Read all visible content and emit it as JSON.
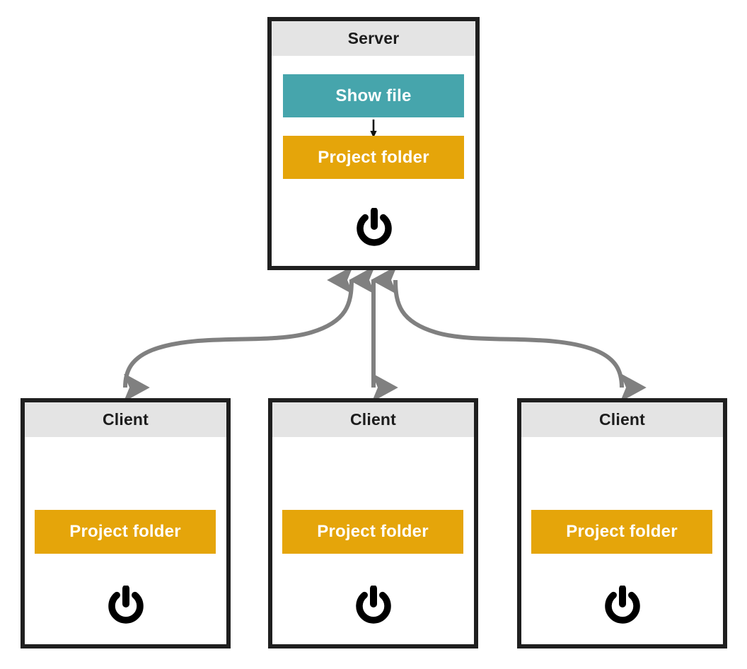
{
  "diagram": {
    "title": "Client-server project folder synchronization diagram",
    "colors": {
      "teal": "#46a5ac",
      "orange": "#e5a50a",
      "header_gray": "#e4e4e4",
      "border_black": "#1f1f1f",
      "arrow_gray": "#808080",
      "text_white": "#ffffff",
      "text_dark": "#1c1c1c",
      "background": "#ffffff"
    },
    "server": {
      "header_label": "Server",
      "show_file_label": "Show file",
      "project_folder_label": "Project folder",
      "power_icon": "power-icon",
      "inner_arrow_icon": "arrow-down-icon"
    },
    "clients": [
      {
        "header_label": "Client",
        "project_folder_label": "Project folder",
        "power_icon": "power-icon"
      },
      {
        "header_label": "Client",
        "project_folder_label": "Project folder",
        "power_icon": "power-icon"
      },
      {
        "header_label": "Client",
        "project_folder_label": "Project folder",
        "power_icon": "power-icon"
      }
    ],
    "connectors": [
      {
        "name": "server-to-client-1",
        "style": "curved",
        "heads": "both"
      },
      {
        "name": "server-to-client-2",
        "style": "straight",
        "heads": "both"
      },
      {
        "name": "server-to-client-3",
        "style": "curved",
        "heads": "both"
      }
    ]
  }
}
